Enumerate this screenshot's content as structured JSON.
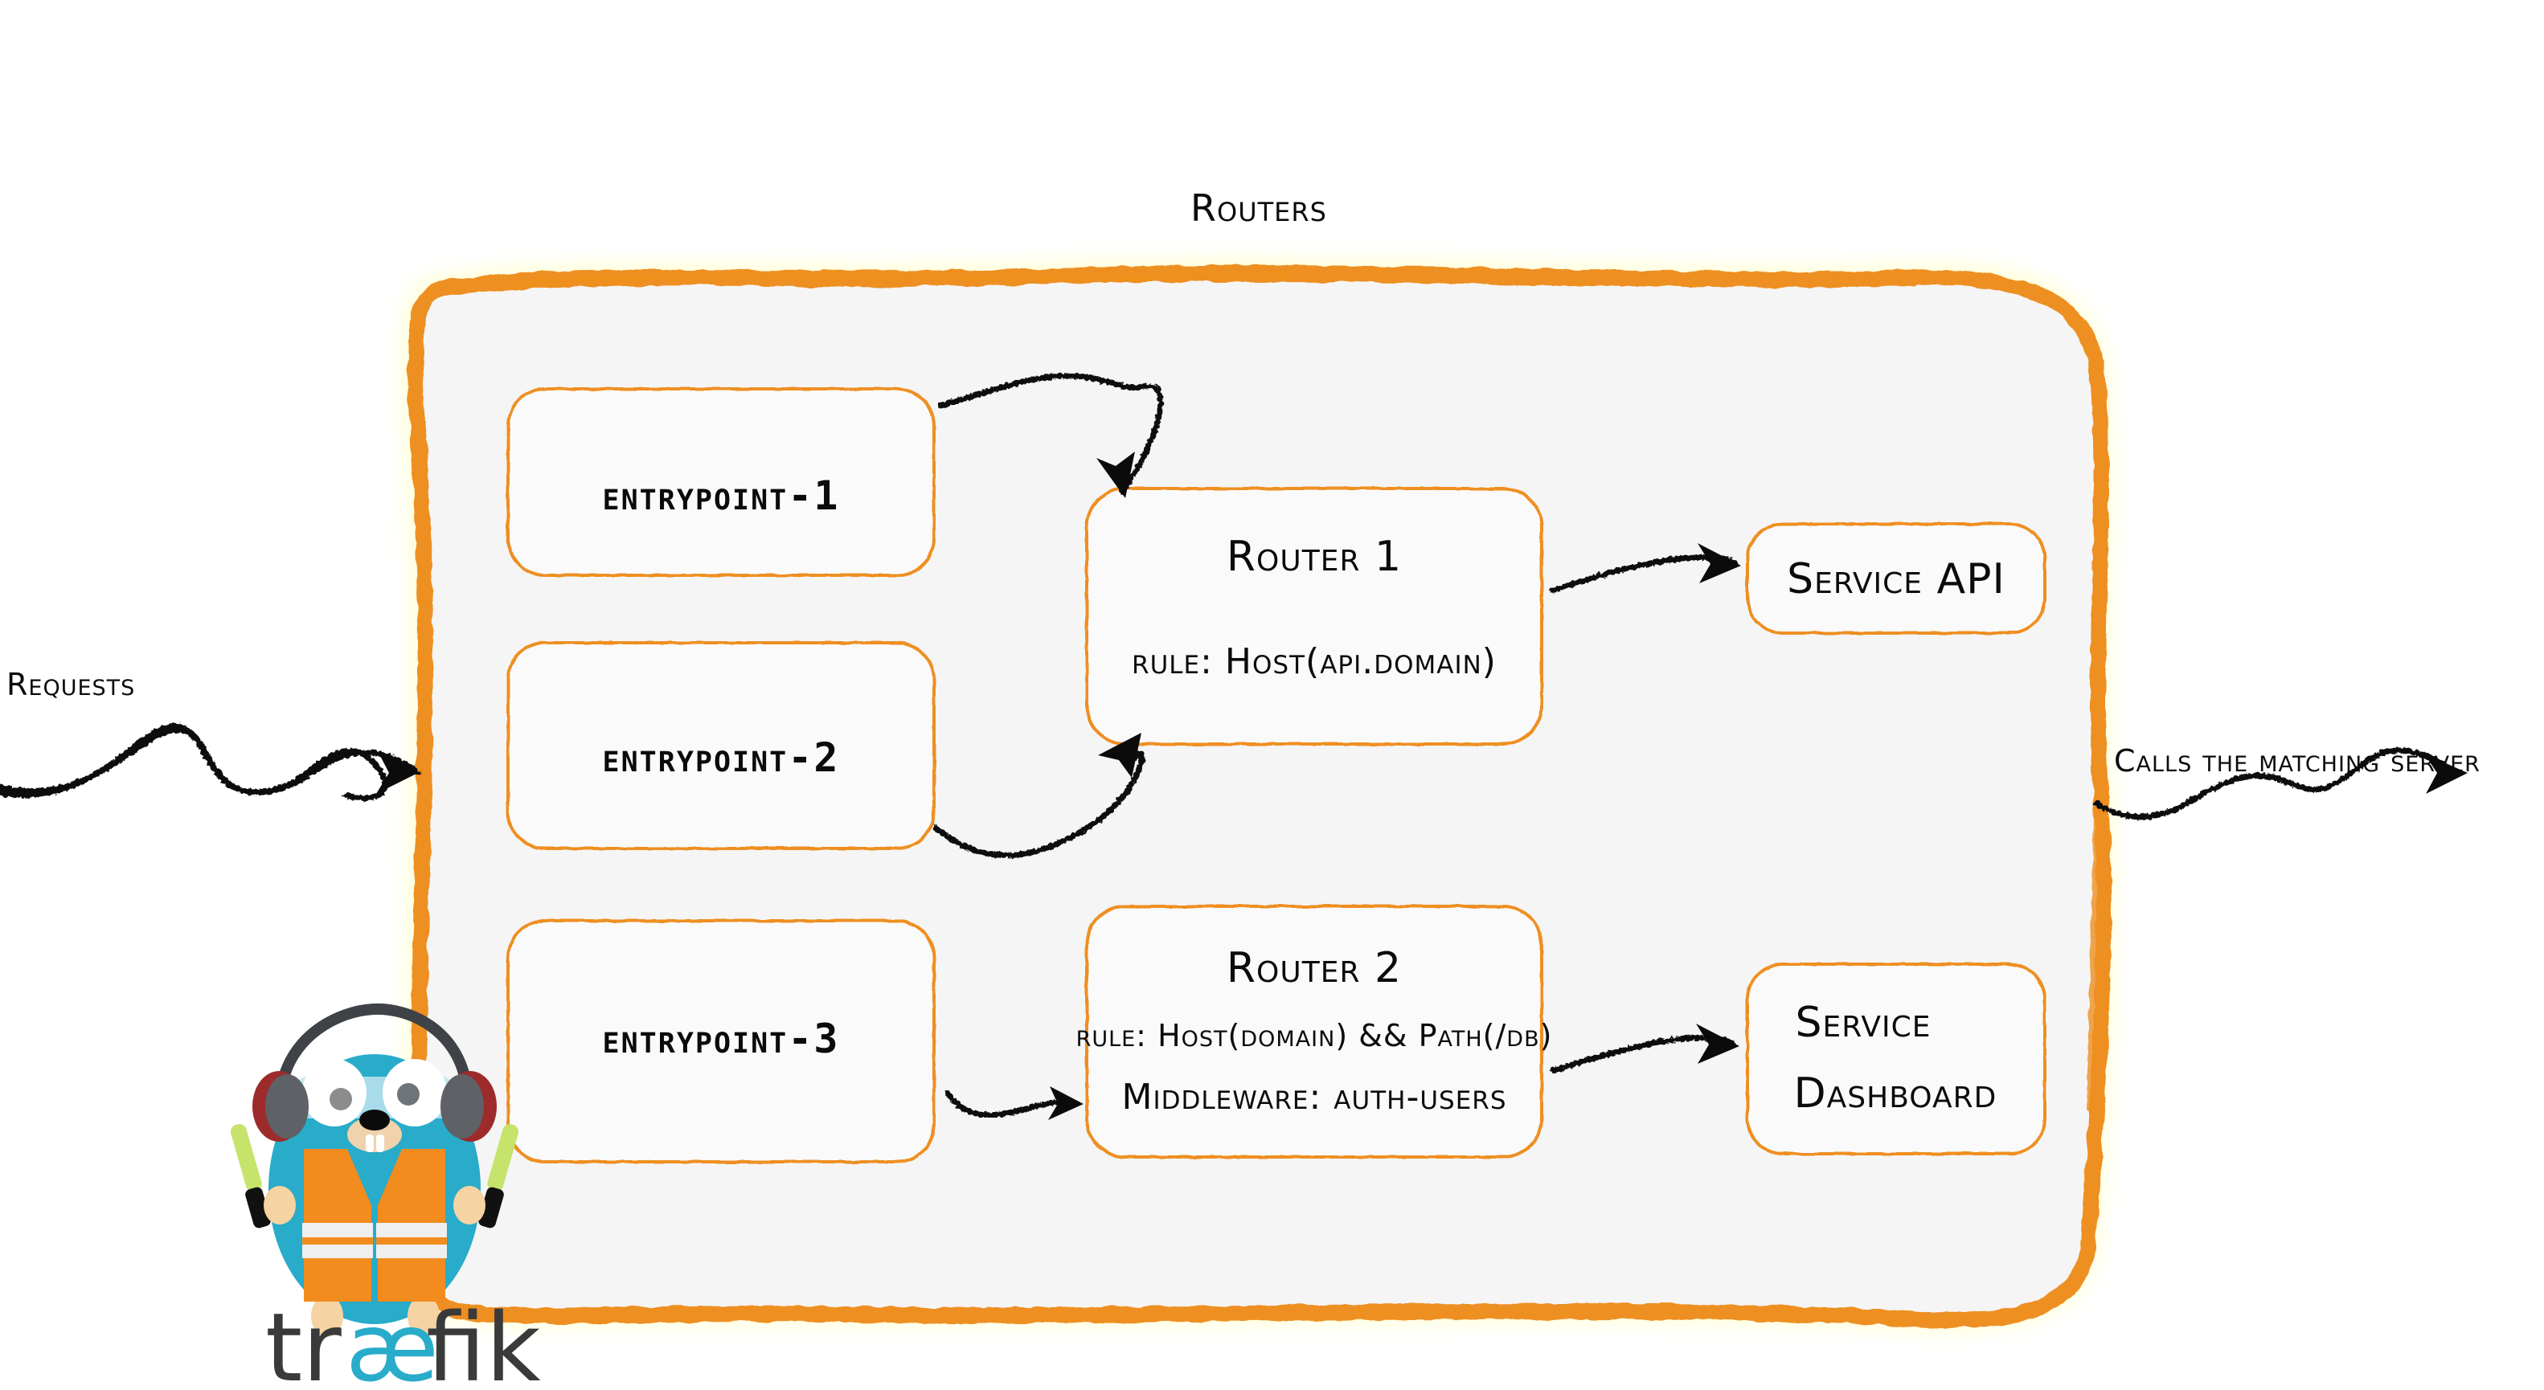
{
  "diagram": {
    "title": "Routers",
    "colors": {
      "accent_orange": "#EE8F20",
      "panel_fill": "#F5F5F5",
      "ink": "#0B0B0B",
      "gopher_body": "#29ABCA",
      "gopher_vest": "#F28C1E",
      "gopher_wand": "#C6E36B",
      "logo_dark": "#3A3A3A",
      "logo_ae": "#29ABCA"
    }
  },
  "labels": {
    "requests": "Requests",
    "calls_server": "Calls the matching server"
  },
  "entrypoints": [
    {
      "label": "entrypoint-1"
    },
    {
      "label": "entrypoint-2"
    },
    {
      "label": "entrypoint-3"
    }
  ],
  "routers": [
    {
      "name": "Router 1",
      "lines": [
        "rule: Host(api.domain)"
      ]
    },
    {
      "name": "Router 2",
      "lines": [
        "rule: Host(domain) && Path(/db)",
        "Middleware: auth-users"
      ]
    }
  ],
  "services": [
    {
      "lines": [
        "Service API"
      ]
    },
    {
      "lines": [
        "Service",
        "Dashboard"
      ]
    }
  ],
  "brand": {
    "logo_text": "traefik",
    "logo_part_1": "tr",
    "logo_part_ae": "æ",
    "logo_part_2": "fik",
    "mascot": "traefik-gopher-mascot"
  }
}
